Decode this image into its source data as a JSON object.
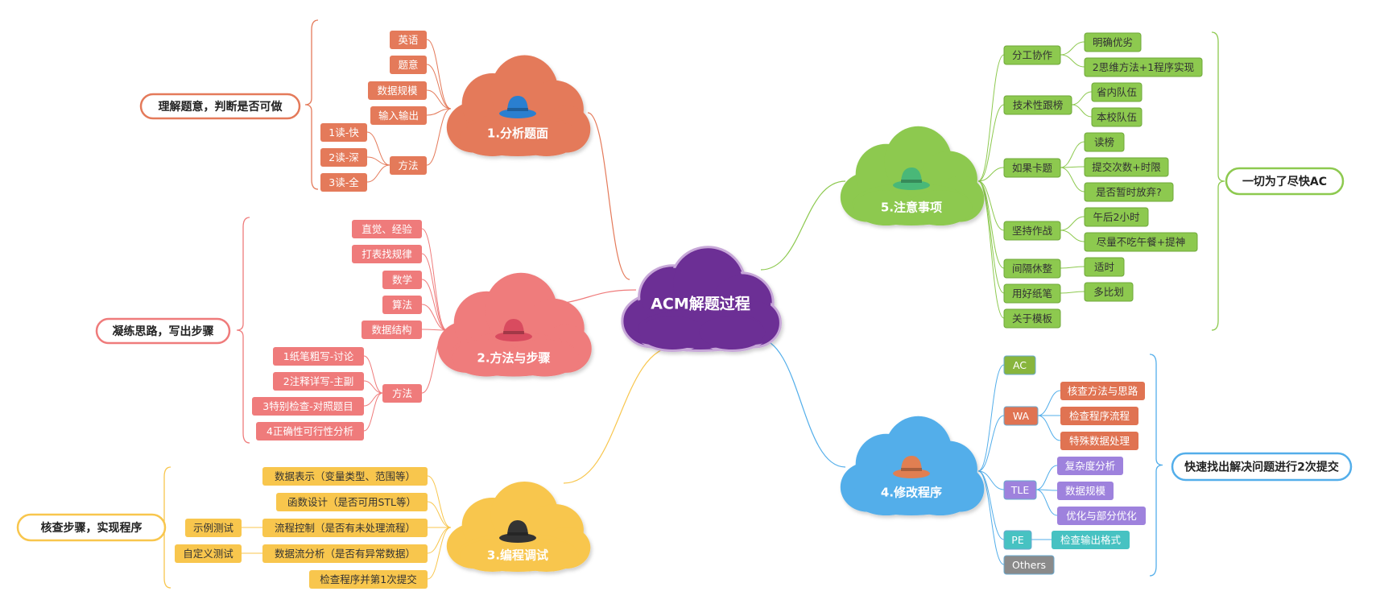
{
  "colors": {
    "center": "#6c2f95",
    "center_border": "#c7a7d8",
    "analyze": "#e47a5a",
    "method": "#ef7b7b",
    "code": "#f8c64d",
    "fix": "#53aeea",
    "notes": "#8dc94f",
    "wa": "#e07352",
    "tle": "#9e82dd",
    "pe": "#47c2c2",
    "others": "#8a8a8a",
    "ac": "#88b53d"
  },
  "center": {
    "label": "ACM解题过程"
  },
  "topics": {
    "analyze": {
      "label": "1.分析题面",
      "icon": "blue-hat-icon"
    },
    "method": {
      "label": "2.方法与步骤",
      "icon": "red-hat-icon"
    },
    "code": {
      "label": "3.编程调试",
      "icon": "black-hat-icon"
    },
    "fix": {
      "label": "4.修改程序",
      "icon": "orange-hat-icon"
    },
    "notes": {
      "label": "5.注意事项",
      "icon": "green-hat-icon"
    }
  },
  "summaries": {
    "analyze": "理解题意，判断是否可做",
    "method": "凝练思路，写出步骤",
    "code": "核查步骤，实现程序",
    "fix": "快速找出解决问题进行2次提交",
    "notes": "一切为了尽快AC"
  },
  "analyze": {
    "items": [
      "英语",
      "题意",
      "数据规模",
      "输入输出",
      "方法"
    ],
    "method_children": [
      "1读-快",
      "2读-深",
      "3读-全"
    ]
  },
  "method": {
    "items": [
      "直觉、经验",
      "打表找规律",
      "数学",
      "算法",
      "数据结构",
      "方法"
    ],
    "method_children": [
      "1纸笔粗写-讨论",
      "2注释详写-主副",
      "3特别检查-对照题目",
      "4正确性可行性分析"
    ]
  },
  "code": {
    "items": [
      "数据表示（变量类型、范围等）",
      "函数设计（是否可用STL等）",
      "流程控制（是否有未处理流程）",
      "数据流分析（是否有异常数据）",
      "检查程序并第1次提交"
    ],
    "test_labels": [
      "示例测试",
      "自定义测试"
    ]
  },
  "fix": {
    "items": [
      "AC",
      "WA",
      "TLE",
      "PE",
      "Others"
    ],
    "wa_children": [
      "核查方法与思路",
      "检查程序流程",
      "特殊数据处理"
    ],
    "tle_children": [
      "复杂度分析",
      "数据规模",
      "优化与部分优化"
    ],
    "pe_children": [
      "检查输出格式"
    ]
  },
  "notes": {
    "items": [
      "分工协作",
      "技术性跟榜",
      "如果卡题",
      "坚持作战",
      "间隔休整",
      "用好纸笔",
      "关于模板"
    ],
    "children": [
      [
        "明确优劣",
        "2思维方法+1程序实现"
      ],
      [
        "省内队伍",
        "本校队伍"
      ],
      [
        "读榜",
        "提交次数+时限",
        "是否暂时放弃?"
      ],
      [
        "午后2小时",
        "尽量不吃午餐+提神"
      ],
      [
        "适时"
      ],
      [
        "多比划"
      ],
      []
    ]
  }
}
